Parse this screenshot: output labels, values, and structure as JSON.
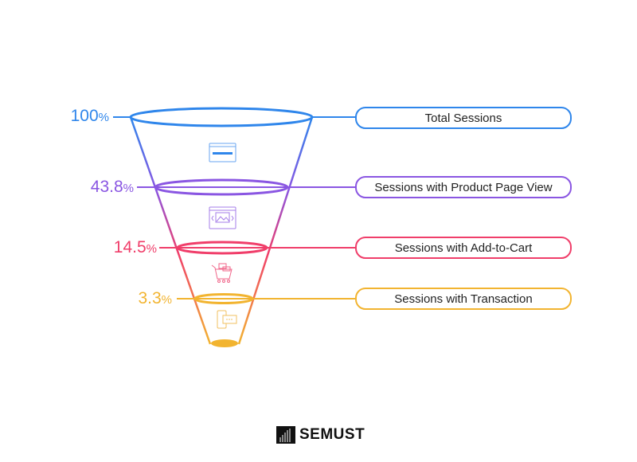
{
  "stages": [
    {
      "percent": "100",
      "unit": "%",
      "label": "Total Sessions",
      "color": "#2f86eb",
      "icon": "browser-window-icon"
    },
    {
      "percent": "43.8",
      "unit": "%",
      "label": "Sessions with Product Page View",
      "color": "#8a56e2",
      "icon": "product-page-icon"
    },
    {
      "percent": "14.5",
      "unit": "%",
      "label": "Sessions with Add-to-Cart",
      "color": "#f03e6a",
      "icon": "shopping-cart-icon"
    },
    {
      "percent": "3.3",
      "unit": "%",
      "label": "Sessions with Transaction",
      "color": "#f2b430",
      "icon": "mobile-payment-icon"
    }
  ],
  "brand": {
    "name": "SEMUST"
  }
}
